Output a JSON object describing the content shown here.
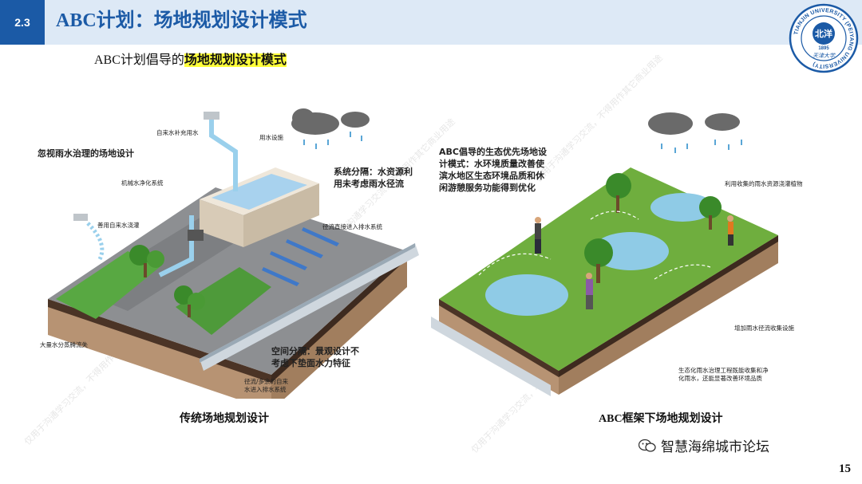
{
  "header": {
    "section_number": "2.3",
    "title": "ABC计划：场地规划设计模式",
    "colors": {
      "bar": "#dde9f6",
      "accent": "#1b5aa6",
      "highlight": "#ffff3a"
    }
  },
  "subtitle": {
    "prefix": "ABC计划倡导的",
    "highlight": "场地规划设计模式"
  },
  "logo": {
    "name": "tianjin-university-logo",
    "ring_text": "TIANJIN UNIVERSITY (PEIYANG UNIVERSITY)",
    "center_text": "北洋",
    "year": "1895",
    "script_text": "天津大学"
  },
  "left_diagram": {
    "heading": "忽视雨水治理的场地设计",
    "labels": {
      "tap_supply": "自来水补充用水",
      "water_facility": "用水设施",
      "purify": "机械水净化系统",
      "tap_irrigation": "善用自来水浇灌",
      "runoff": "径流直接进入排水系统",
      "evaporation": "大量水分蒸腾流失",
      "excess": "径流/多余的自来\n水进入排水系统"
    },
    "callout_system": "系统分隔：水资源利\n用未考虑雨水径流",
    "callout_space": "空间分隔：景观设计不\n考虑下垫面水力特征",
    "caption": "传统场地规划设计"
  },
  "right_diagram": {
    "heading": "ABC倡导的生态优先场地设\n计模式：水环境质量改善使\n滨水地区生态环境品质和休\n闲游憩服务功能得到优化",
    "labels": {
      "irrigate": "利用收集的雨水资源浇灌植物",
      "collect": "增加雨水径流收集设施",
      "eco": "生态化雨水治理工程既能收集和净\n化雨水，还能显著改善环境品质"
    },
    "caption": "ABC框架下场地规划设计"
  },
  "watermark": {
    "icon": "wechat-icon",
    "text": "智慧海绵城市论坛",
    "ghost": "仅用于沟通学习交流，不得用作其它商业用途"
  },
  "page_number": "15"
}
